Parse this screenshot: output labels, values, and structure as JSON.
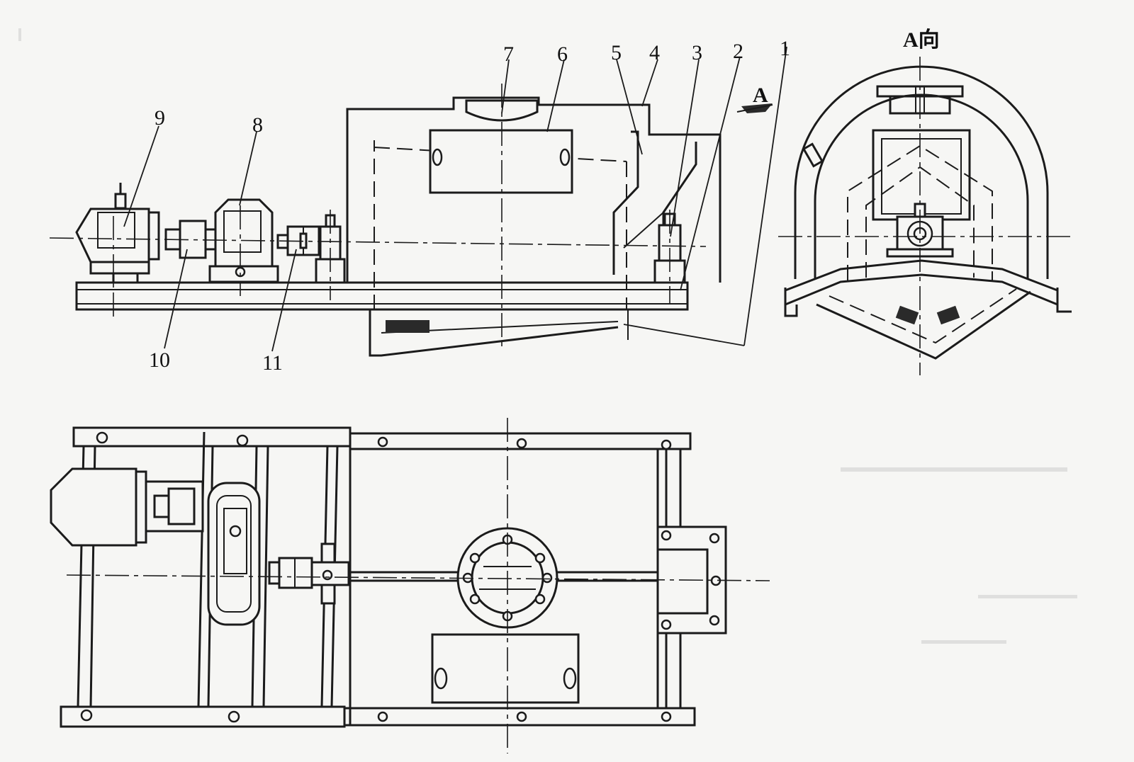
{
  "diagram": {
    "part_labels": [
      "1",
      "2",
      "3",
      "4",
      "5",
      "6",
      "7",
      "8",
      "9",
      "10",
      "11"
    ],
    "section_marker": "A",
    "view_title": "A向"
  },
  "colors": {
    "line": "#1b1b1b",
    "background": "#f6f6f4"
  }
}
